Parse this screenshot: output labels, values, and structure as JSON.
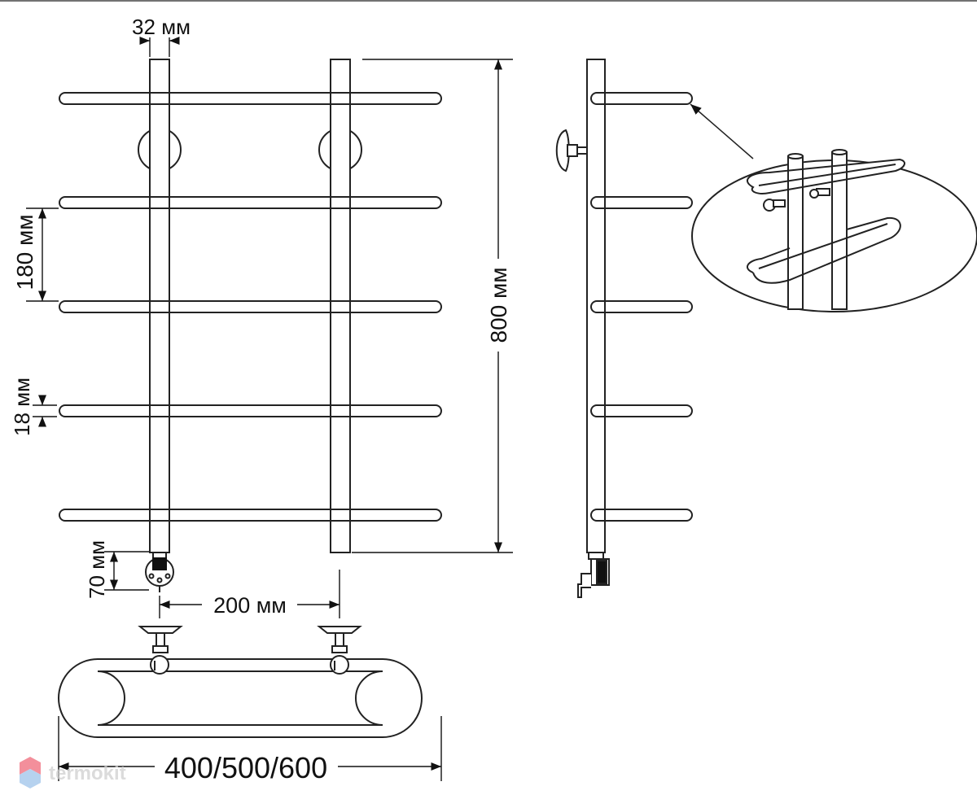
{
  "dimensions": {
    "tube_diameter": "32 мм",
    "bar_spacing": "180 мм",
    "height": "800 мм",
    "bar_thickness": "18 мм",
    "heater_offset": "70 мм",
    "tube_spacing": "200 мм",
    "widths": "400/500/600"
  },
  "watermark": {
    "text": "termokit"
  },
  "colors": {
    "line": "#222222",
    "background": "#ffffff",
    "watermark_red": "#ef6a7a",
    "watermark_blue": "#9ec3ea",
    "watermark_text": "#cfcfcf"
  }
}
